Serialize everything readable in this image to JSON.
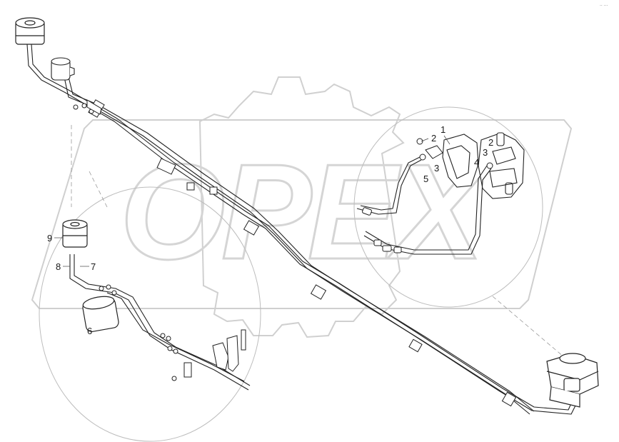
{
  "watermark": {
    "text": "OPEX"
  },
  "corner_mark": "·· ···",
  "callouts": [
    {
      "id": "c1",
      "label": "1"
    },
    {
      "id": "c2a",
      "label": "2"
    },
    {
      "id": "c2b",
      "label": "2"
    },
    {
      "id": "c3a",
      "label": "3"
    },
    {
      "id": "c3b",
      "label": "3"
    },
    {
      "id": "c4",
      "label": "4"
    },
    {
      "id": "c5",
      "label": "5"
    },
    {
      "id": "c6",
      "label": "6"
    },
    {
      "id": "c7",
      "label": "7"
    },
    {
      "id": "c8",
      "label": "8"
    },
    {
      "id": "c9",
      "label": "9"
    }
  ]
}
